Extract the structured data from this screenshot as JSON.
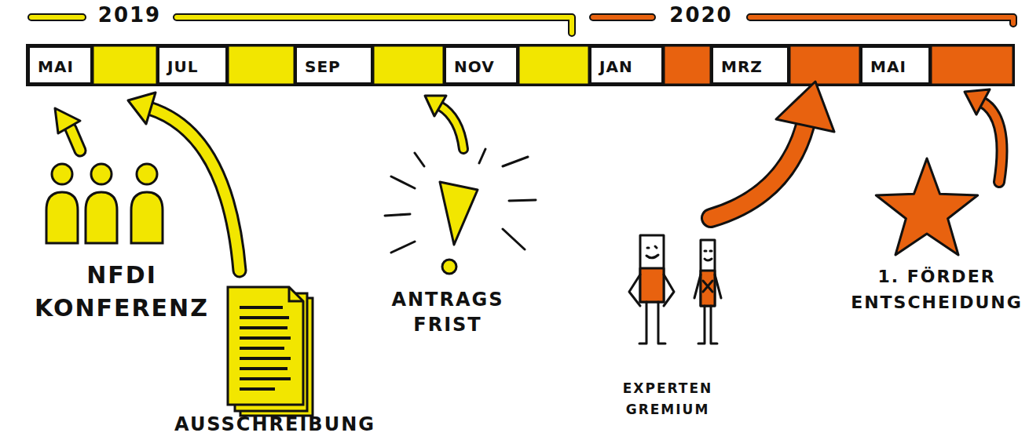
{
  "diagram": {
    "nodes": [
      {
        "text": [
          "MAI"
        ]
      },
      {
        "text": [
          "JUL"
        ]
      },
      {
        "text": [
          "SEP"
        ]
      },
      {
        "text": [
          "NOV"
        ]
      },
      {
        "text": [
          "JAN"
        ]
      },
      {
        "text": [
          "MRZ"
        ]
      },
      {
        "text": [
          "MAI"
        ]
      }
    ],
    "labels": [
      "2019",
      "2020",
      "NFDI KONFERENZ",
      "AUSSCHREIBUNG",
      "ANTRAGS FRIST",
      "EXPERTEN GREMIUM",
      "1. FÖRDER ENTSCHEIDUNG"
    ]
  }
}
